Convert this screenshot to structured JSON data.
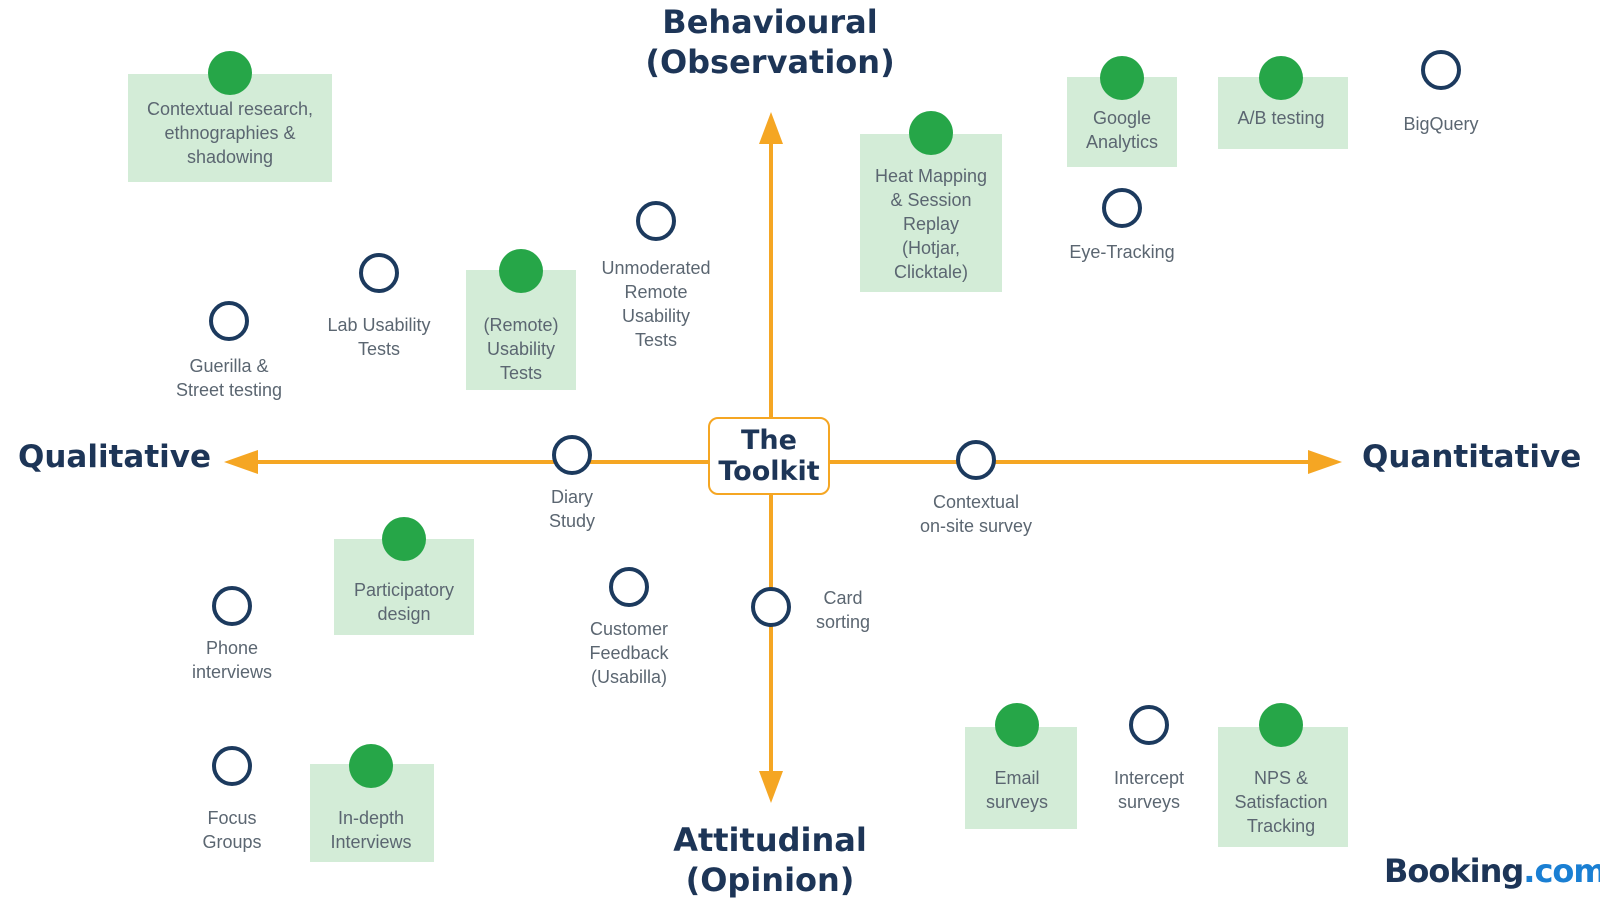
{
  "axes": {
    "top": [
      "Behavioural",
      "(Observation)"
    ],
    "bottom": [
      "Attitudinal",
      "(Opinion)"
    ],
    "left": [
      "Qualitative"
    ],
    "right": [
      "Quantitative"
    ]
  },
  "center": [
    "The",
    "Toolkit"
  ],
  "items": [
    {
      "id": "contextual-research",
      "label": [
        "Contextual research,",
        "ethnographies &",
        "shadowing"
      ],
      "filled": true
    },
    {
      "id": "heat-mapping",
      "label": [
        "Heat Mapping",
        "& Session",
        "Replay",
        "(Hotjar,",
        "Clicktale)"
      ],
      "filled": true
    },
    {
      "id": "google-analytics",
      "label": [
        "Google",
        "Analytics"
      ],
      "filled": true
    },
    {
      "id": "ab-testing",
      "label": [
        "A/B testing"
      ],
      "filled": true
    },
    {
      "id": "bigquery",
      "label": [
        "BigQuery"
      ],
      "filled": false
    },
    {
      "id": "eye-tracking",
      "label": [
        "Eye-Tracking"
      ],
      "filled": false
    },
    {
      "id": "unmoderated-remote",
      "label": [
        "Unmoderated",
        "Remote",
        "Usability",
        "Tests"
      ],
      "filled": false
    },
    {
      "id": "lab-usability",
      "label": [
        "Lab Usability",
        "Tests"
      ],
      "filled": false
    },
    {
      "id": "remote-usability",
      "label": [
        "(Remote)",
        "Usability",
        "Tests"
      ],
      "filled": true
    },
    {
      "id": "guerilla",
      "label": [
        "Guerilla &",
        "Street testing"
      ],
      "filled": false
    },
    {
      "id": "diary-study",
      "label": [
        "Diary",
        "Study"
      ],
      "filled": false
    },
    {
      "id": "contextual-onsite",
      "label": [
        "Contextual",
        "on-site survey"
      ],
      "filled": false
    },
    {
      "id": "participatory-design",
      "label": [
        "Participatory",
        "design"
      ],
      "filled": true
    },
    {
      "id": "customer-feedback",
      "label": [
        "Customer",
        "Feedback",
        "(Usabilla)"
      ],
      "filled": false
    },
    {
      "id": "card-sorting",
      "label": [
        "Card",
        "sorting"
      ],
      "filled": false
    },
    {
      "id": "phone-interviews",
      "label": [
        "Phone",
        "interviews"
      ],
      "filled": false
    },
    {
      "id": "focus-groups",
      "label": [
        "Focus",
        "Groups"
      ],
      "filled": false
    },
    {
      "id": "in-depth-interviews",
      "label": [
        "In-depth",
        "Interviews"
      ],
      "filled": true
    },
    {
      "id": "email-surveys",
      "label": [
        "Email",
        "surveys"
      ],
      "filled": true
    },
    {
      "id": "intercept-surveys",
      "label": [
        "Intercept",
        "surveys"
      ],
      "filled": false
    },
    {
      "id": "nps-tracking",
      "label": [
        "NPS &",
        "Satisfaction",
        "Tracking"
      ],
      "filled": true
    }
  ],
  "logo": {
    "part1": "Booking",
    "part2": ".com"
  },
  "colors": {
    "axis": "#f5a623",
    "filled": "#26a648",
    "open": "#1c3a5e",
    "highlight": "#d3ecd7",
    "title": "#1d3557"
  }
}
